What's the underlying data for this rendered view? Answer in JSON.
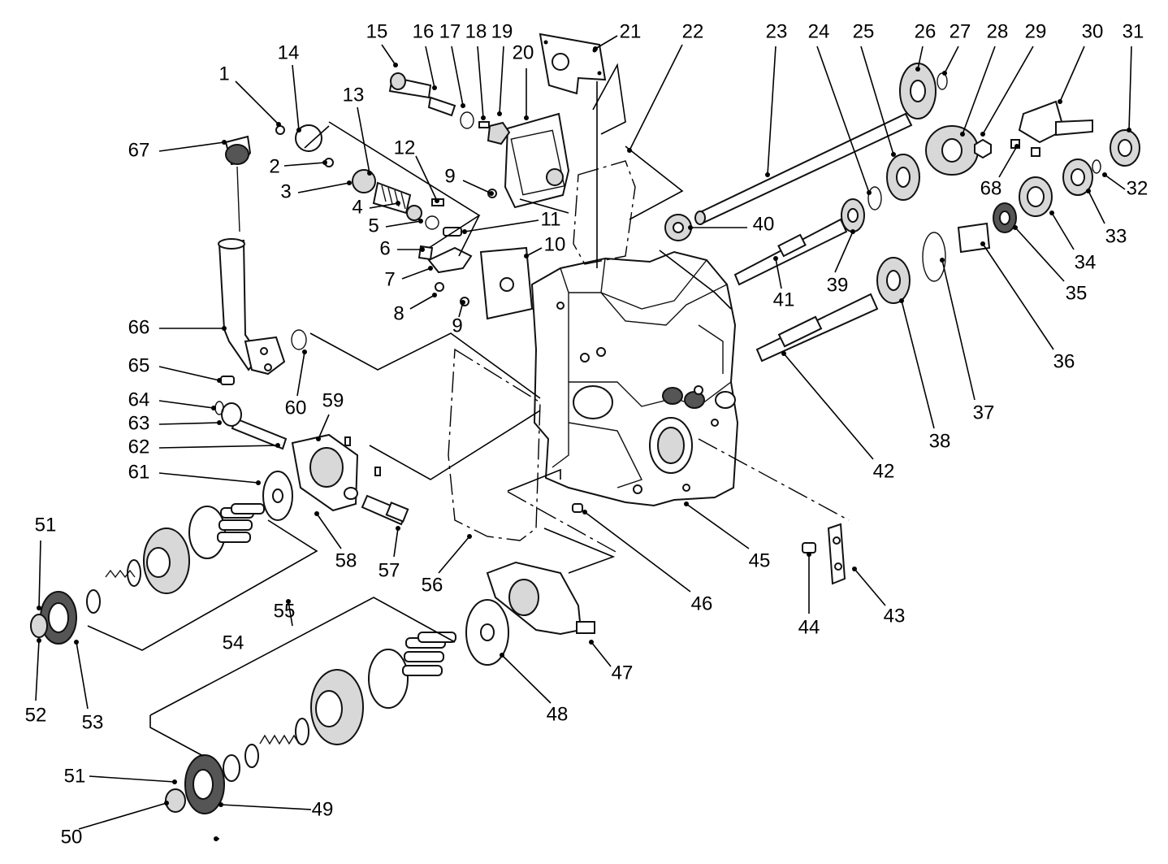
{
  "diagram": {
    "callouts": [
      "1",
      "2",
      "3",
      "4",
      "5",
      "6",
      "7",
      "8",
      "9",
      "10",
      "11",
      "12",
      "13",
      "14",
      "15",
      "16",
      "17",
      "18",
      "19",
      "20",
      "21",
      "22",
      "23",
      "24",
      "25",
      "26",
      "27",
      "28",
      "29",
      "30",
      "31",
      "32",
      "33",
      "34",
      "35",
      "36",
      "37",
      "38",
      "39",
      "40",
      "41",
      "42",
      "43",
      "44",
      "45",
      "46",
      "47",
      "48",
      "49",
      "50",
      "51",
      "52",
      "53",
      "54",
      "55",
      "56",
      "57",
      "58",
      "59",
      "60",
      "61",
      "62",
      "63",
      "64",
      "65",
      "66",
      "67",
      "68"
    ],
    "callouts_repeated": {
      "9b": "9",
      "51b": "51"
    }
  }
}
